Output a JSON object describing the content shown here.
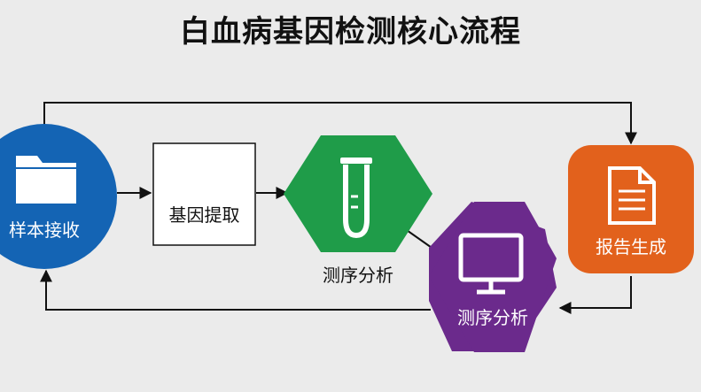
{
  "title": "白血病基因检测核心流程",
  "nodes": {
    "sample": {
      "label": "样本接收",
      "icon": "folder-icon",
      "color": "#1464b4"
    },
    "extract": {
      "label": "基因提取"
    },
    "seq_green": {
      "label": "测序分析",
      "icon": "test-tube-icon",
      "color": "#1f9c49"
    },
    "seq_purple": {
      "label": "测序分析",
      "icon": "monitor-icon",
      "color": "#6b2a8c"
    },
    "report": {
      "label": "报告生成",
      "icon": "document-icon",
      "color": "#e2611c"
    }
  }
}
